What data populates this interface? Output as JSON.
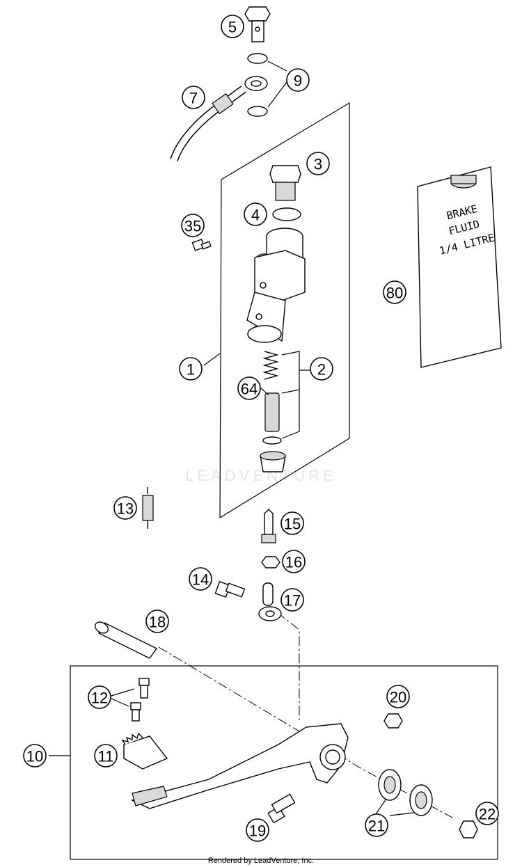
{
  "diagram": {
    "watermark": "LEADVENTURE",
    "footer": "Rendered by LeadVenture, Inc.",
    "fluid_bottle_label": [
      "BRAKE",
      "FLUID",
      "1/4 LITRE"
    ],
    "callouts": {
      "c5": "5",
      "c9": "9",
      "c7": "7",
      "c3": "3",
      "c4": "4",
      "c35": "35",
      "c80": "80",
      "c1": "1",
      "c2": "2",
      "c64": "64",
      "c13": "13",
      "c15": "15",
      "c16": "16",
      "c14": "14",
      "c17": "17",
      "c18": "18",
      "c12": "12",
      "c20": "20",
      "c10": "10",
      "c11": "11",
      "c19": "19",
      "c21": "21",
      "c22": "22"
    }
  }
}
